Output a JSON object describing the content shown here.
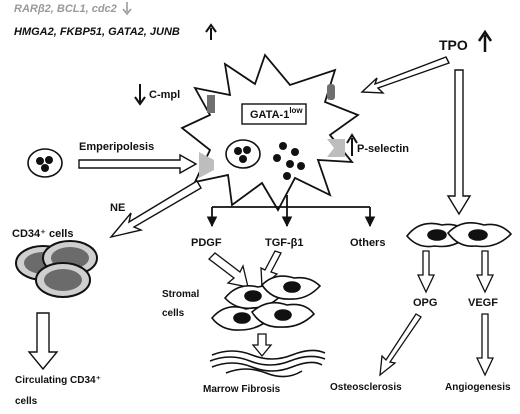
{
  "header": {
    "line1": "RARβ2, BCL1, cdc2",
    "line2": "HMGA2, FKBP51, GATA2, JUNB"
  },
  "labels": {
    "tpo": "TPO",
    "cmpl": "C-mpl",
    "gata1": "GATA-1",
    "gata1_sup": "low",
    "pselectin": "P-selectin",
    "emperipolesis": "Emperipolesis",
    "ne": "NE",
    "cd34_cells": "CD34⁺ cells",
    "pdgf": "PDGF",
    "tgfb1": "TGF-β1",
    "others": "Others",
    "stromal_line1": "Stromal",
    "stromal_line2": "cells",
    "circulating_line1": "Circulating CD34⁺",
    "circulating_line2": "cells",
    "marrow_fibrosis": "Marrow Fibrosis",
    "opg": "OPG",
    "vegf": "VEGF",
    "osteosclerosis": "Osteosclerosis",
    "angiogenesis": "Angiogenesis"
  },
  "colors": {
    "ink": "#111111",
    "gray": "#9a9a9a",
    "darkgray": "#6f6f6f",
    "shading": "#bdbdbd"
  }
}
